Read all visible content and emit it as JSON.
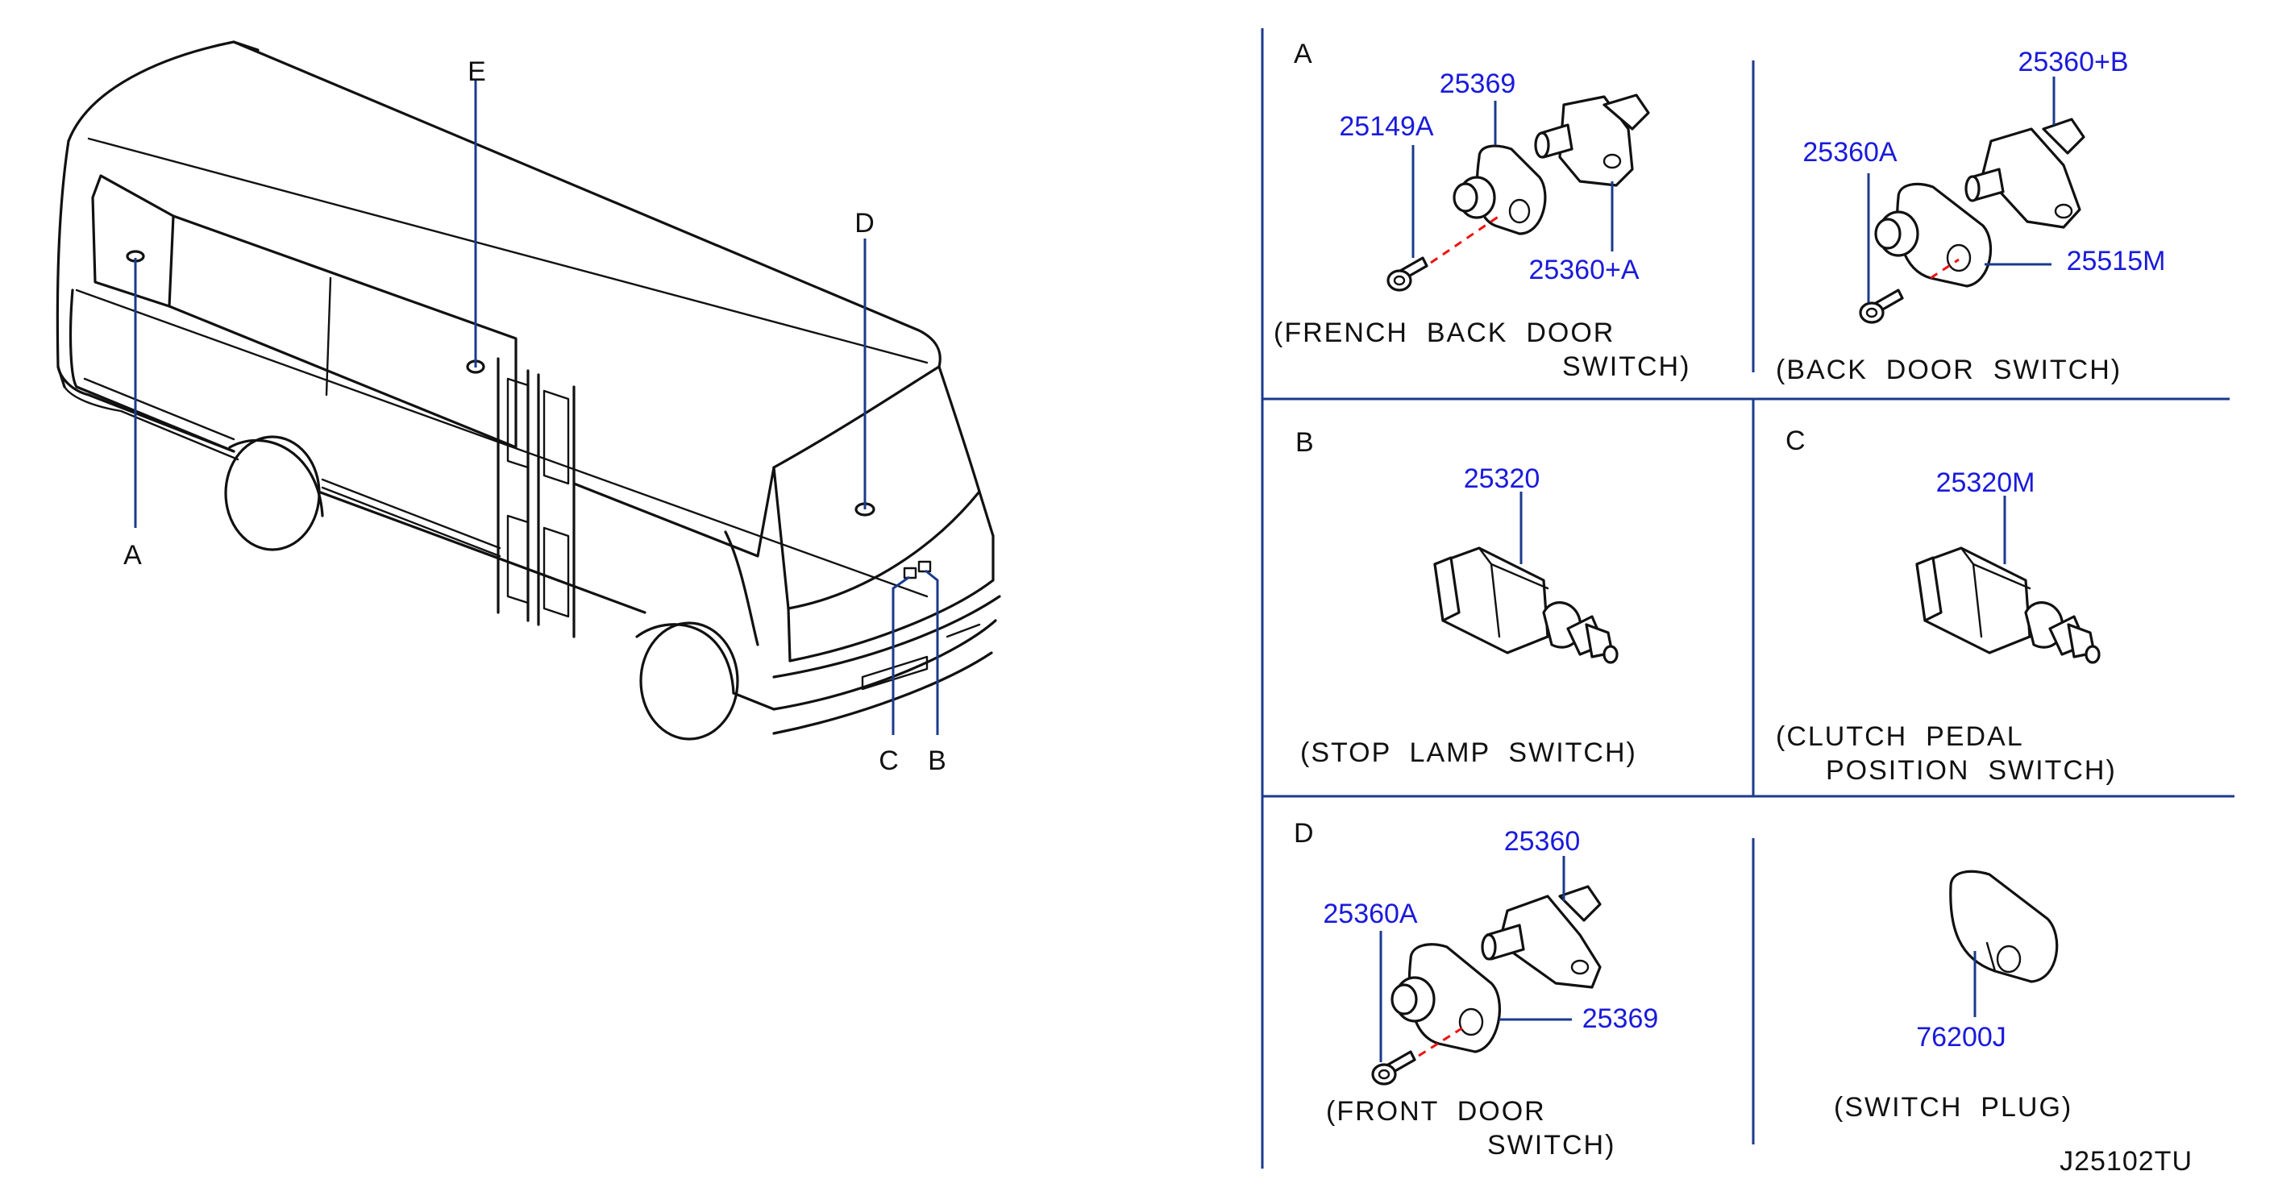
{
  "vehicle_callouts": {
    "a": "A",
    "b": "B",
    "c": "C",
    "d": "D",
    "e": "E"
  },
  "panels": {
    "a": {
      "letter": "A",
      "title_line1": "(FRENCH  BACK  DOOR",
      "title_line2": "SWITCH)",
      "parts": {
        "bolt": "25149A",
        "plug": "25369",
        "switch": "25360+A"
      }
    },
    "back_door": {
      "title": "(BACK  DOOR  SWITCH)",
      "parts": {
        "bolt": "25360A",
        "switch": "25360+B",
        "plug": "25515M"
      }
    },
    "b": {
      "letter": "B",
      "title": "(STOP  LAMP  SWITCH)",
      "parts": {
        "switch": "25320"
      }
    },
    "c": {
      "letter": "C",
      "title_line1": "(CLUTCH  PEDAL",
      "title_line2": "POSITION  SWITCH)",
      "parts": {
        "switch": "25320M"
      }
    },
    "d": {
      "letter": "D",
      "title_line1": "(FRONT  DOOR",
      "title_line2": "SWITCH)",
      "parts": {
        "switch": "25360",
        "bolt": "25360A",
        "plug": "25369"
      }
    },
    "switch_plug": {
      "title": "(SWITCH  PLUG)",
      "parts": {
        "plug": "76200J"
      }
    }
  },
  "diagram_code": "J25102TU"
}
